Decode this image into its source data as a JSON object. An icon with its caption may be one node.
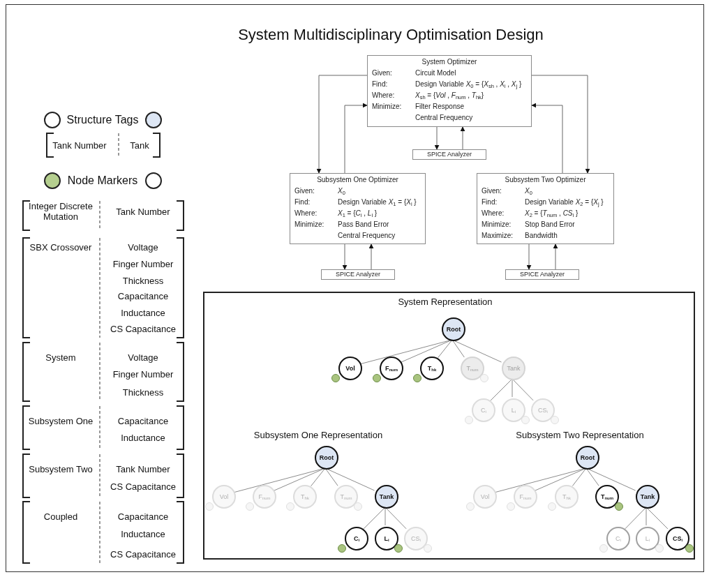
{
  "diagram": {
    "title": "System Multidisciplinary Optimisation Design",
    "nodes": [
      {
        "text": [
          "System Optimizer",
          "Given:",
          "Circuit Model",
          "Find:",
          "Design Variable *X*$_{0}$ = {*X*$_{sh}$ , *X*$_{i}$ , *X*$_{j}$ }",
          "Where:",
          "*X*$_{sh}$ = {*Vol* , *F*$_{num}$ , *T*$_{hk}$}",
          "Minimize:",
          "Filter Response",
          "Central Frequency"
        ]
      },
      {
        "text": [
          "SPICE Analyzer"
        ]
      },
      {
        "text": [
          "Subsystem One Optimizer",
          "Given:",
          "*X*$_{0}$",
          "Find:",
          "Design Variable *X*$_{1}$ = {*X*$_{i}$ }",
          "Where:",
          "*X*$_{1}$ = {*C*$_{i}$ , *L*$_{i}$ }",
          "Minimize:",
          "Pass Band Error",
          "Central Frequency"
        ]
      },
      {
        "text": [
          "Subsystem Two Optimizer",
          "Given:",
          "*X*$_{0}$",
          "Find:",
          "Design Variable *X*$_{2}$ = {*X*$_{j}$ }",
          "Where:",
          "*X*$_{2}$ = {*T*$_{num}$ , *CS*$_{i}$ }",
          "Minimize:",
          "Stop Band Error",
          "Maximize:",
          "Bandwidth"
        ]
      },
      {
        "text": [
          "SPICE Analyzer"
        ]
      },
      {
        "text": [
          "SPICE Analyzer"
        ]
      },
      {
        "text": [],
        "shape": "box"
      },
      {
        "text": [
          "Root"
        ],
        "in": 6
      },
      {
        "text": [
          "Vol"
        ],
        "in": 6
      },
      {
        "text": [
          "F$_{num}$"
        ],
        "in": 6
      },
      {
        "text": [
          "T$_{hk}$"
        ],
        "in": 6
      },
      {
        "text": [
          "T$_{num}$"
        ],
        "in": 6
      },
      {
        "text": [
          "Tank"
        ],
        "in": 6
      },
      {
        "text": [
          "C$_{i}$"
        ],
        "in": 6
      },
      {
        "text": [
          "L$_{i}$"
        ],
        "in": 6
      },
      {
        "text": [
          "CS$_{i}$"
        ],
        "in": 6
      },
      {
        "text": [
          "Root"
        ],
        "in": 6
      },
      {
        "text": [
          "Vol"
        ],
        "in": 6
      },
      {
        "text": [
          "F$_{num}$"
        ],
        "in": 6
      },
      {
        "text": [
          "T$_{hk}$"
        ],
        "in": 6
      },
      {
        "text": [
          "T$_{num}$"
        ],
        "in": 6
      },
      {
        "text": [
          "Tank"
        ],
        "in": 6
      },
      {
        "text": [
          "C$_{i}$"
        ],
        "in": 6
      },
      {
        "text": [
          "L$_{i}$"
        ],
        "in": 6
      },
      {
        "text": [
          "CS$_{i}$"
        ],
        "in": 6
      },
      {
        "text": [
          "Root"
        ],
        "in": 6
      },
      {
        "text": [
          "Vol"
        ],
        "in": 6
      },
      {
        "text": [
          "F$_{num}$"
        ],
        "in": 6
      },
      {
        "text": [
          "T$_{hk}$"
        ],
        "in": 6
      },
      {
        "text": [
          "T$_{num}$"
        ],
        "in": 6
      },
      {
        "text": [
          "Tank"
        ],
        "in": 6
      },
      {
        "text": [
          "C$_{i}$"
        ],
        "in": 6
      },
      {
        "text": [
          "L$_{i}$"
        ],
        "in": 6
      },
      {
        "text": [
          "CS$_{i}$"
        ],
        "in": 6
      }
    ],
    "edges": [
      {
        "from": 0,
        "to": 2,
        "arrow": "to"
      },
      {
        "from": 2,
        "to": 0,
        "arrow": "to"
      },
      {
        "from": 0,
        "to": 3,
        "arrow": "to"
      },
      {
        "from": 3,
        "to": 0,
        "arrow": "to"
      },
      {
        "from": 0,
        "to": 1,
        "arrow": "to"
      },
      {
        "from": 1,
        "to": 0,
        "arrow": "to"
      },
      {
        "from": 2,
        "to": 4,
        "arrow": "to"
      },
      {
        "from": 4,
        "to": 2,
        "arrow": "to"
      },
      {
        "from": 3,
        "to": 5,
        "arrow": "to"
      },
      {
        "from": 5,
        "to": 3,
        "arrow": "to"
      },
      {
        "from": 7,
        "to": 8,
        "arrow": "none"
      },
      {
        "from": 7,
        "to": 9,
        "arrow": "none"
      },
      {
        "from": 7,
        "to": 10,
        "arrow": "none"
      },
      {
        "from": 7,
        "to": 11,
        "arrow": "none"
      },
      {
        "from": 7,
        "to": 12,
        "arrow": "none"
      },
      {
        "from": 12,
        "to": 13,
        "arrow": "none"
      },
      {
        "from": 12,
        "to": 14,
        "arrow": "none"
      },
      {
        "from": 12,
        "to": 15,
        "arrow": "none"
      },
      {
        "from": 16,
        "to": 17,
        "arrow": "none"
      },
      {
        "from": 16,
        "to": 18,
        "arrow": "none"
      },
      {
        "from": 16,
        "to": 19,
        "arrow": "none"
      },
      {
        "from": 16,
        "to": 20,
        "arrow": "none"
      },
      {
        "from": 16,
        "to": 21,
        "arrow": "none"
      },
      {
        "from": 21,
        "to": 22,
        "arrow": "none"
      },
      {
        "from": 21,
        "to": 23,
        "arrow": "none"
      },
      {
        "from": 21,
        "to": 24,
        "arrow": "none"
      },
      {
        "from": 25,
        "to": 26,
        "arrow": "none"
      },
      {
        "from": 25,
        "to": 27,
        "arrow": "none"
      },
      {
        "from": 25,
        "to": 28,
        "arrow": "none"
      },
      {
        "from": 25,
        "to": 29,
        "arrow": "none"
      },
      {
        "from": 25,
        "to": 30,
        "arrow": "none"
      },
      {
        "from": 30,
        "to": 31,
        "arrow": "none"
      },
      {
        "from": 30,
        "to": 32,
        "arrow": "none"
      },
      {
        "from": 30,
        "to": 33,
        "arrow": "none"
      }
    ],
    "labels": [
      "Structure Tags",
      "Tank Number",
      "Tank",
      "Node Markers",
      "Integer Discrete Mutation",
      "Tank Number",
      "SBX Crossover",
      "Voltage",
      "Finger Number",
      "Thickness",
      "Capacitance",
      "Inductance",
      "CS Capacitance",
      "System",
      "Voltage",
      "Finger Number",
      "Thickness",
      "Subsystem One",
      "Capacitance",
      "Inductance",
      "Subsystem Two",
      "Tank Number",
      "CS Capacitance",
      "Coupled",
      "Capacitance",
      "Inductance",
      "CS Capacitance",
      "System Representation",
      "Subsystem One Representation",
      "Subsystem Two Representation"
    ]
  }
}
